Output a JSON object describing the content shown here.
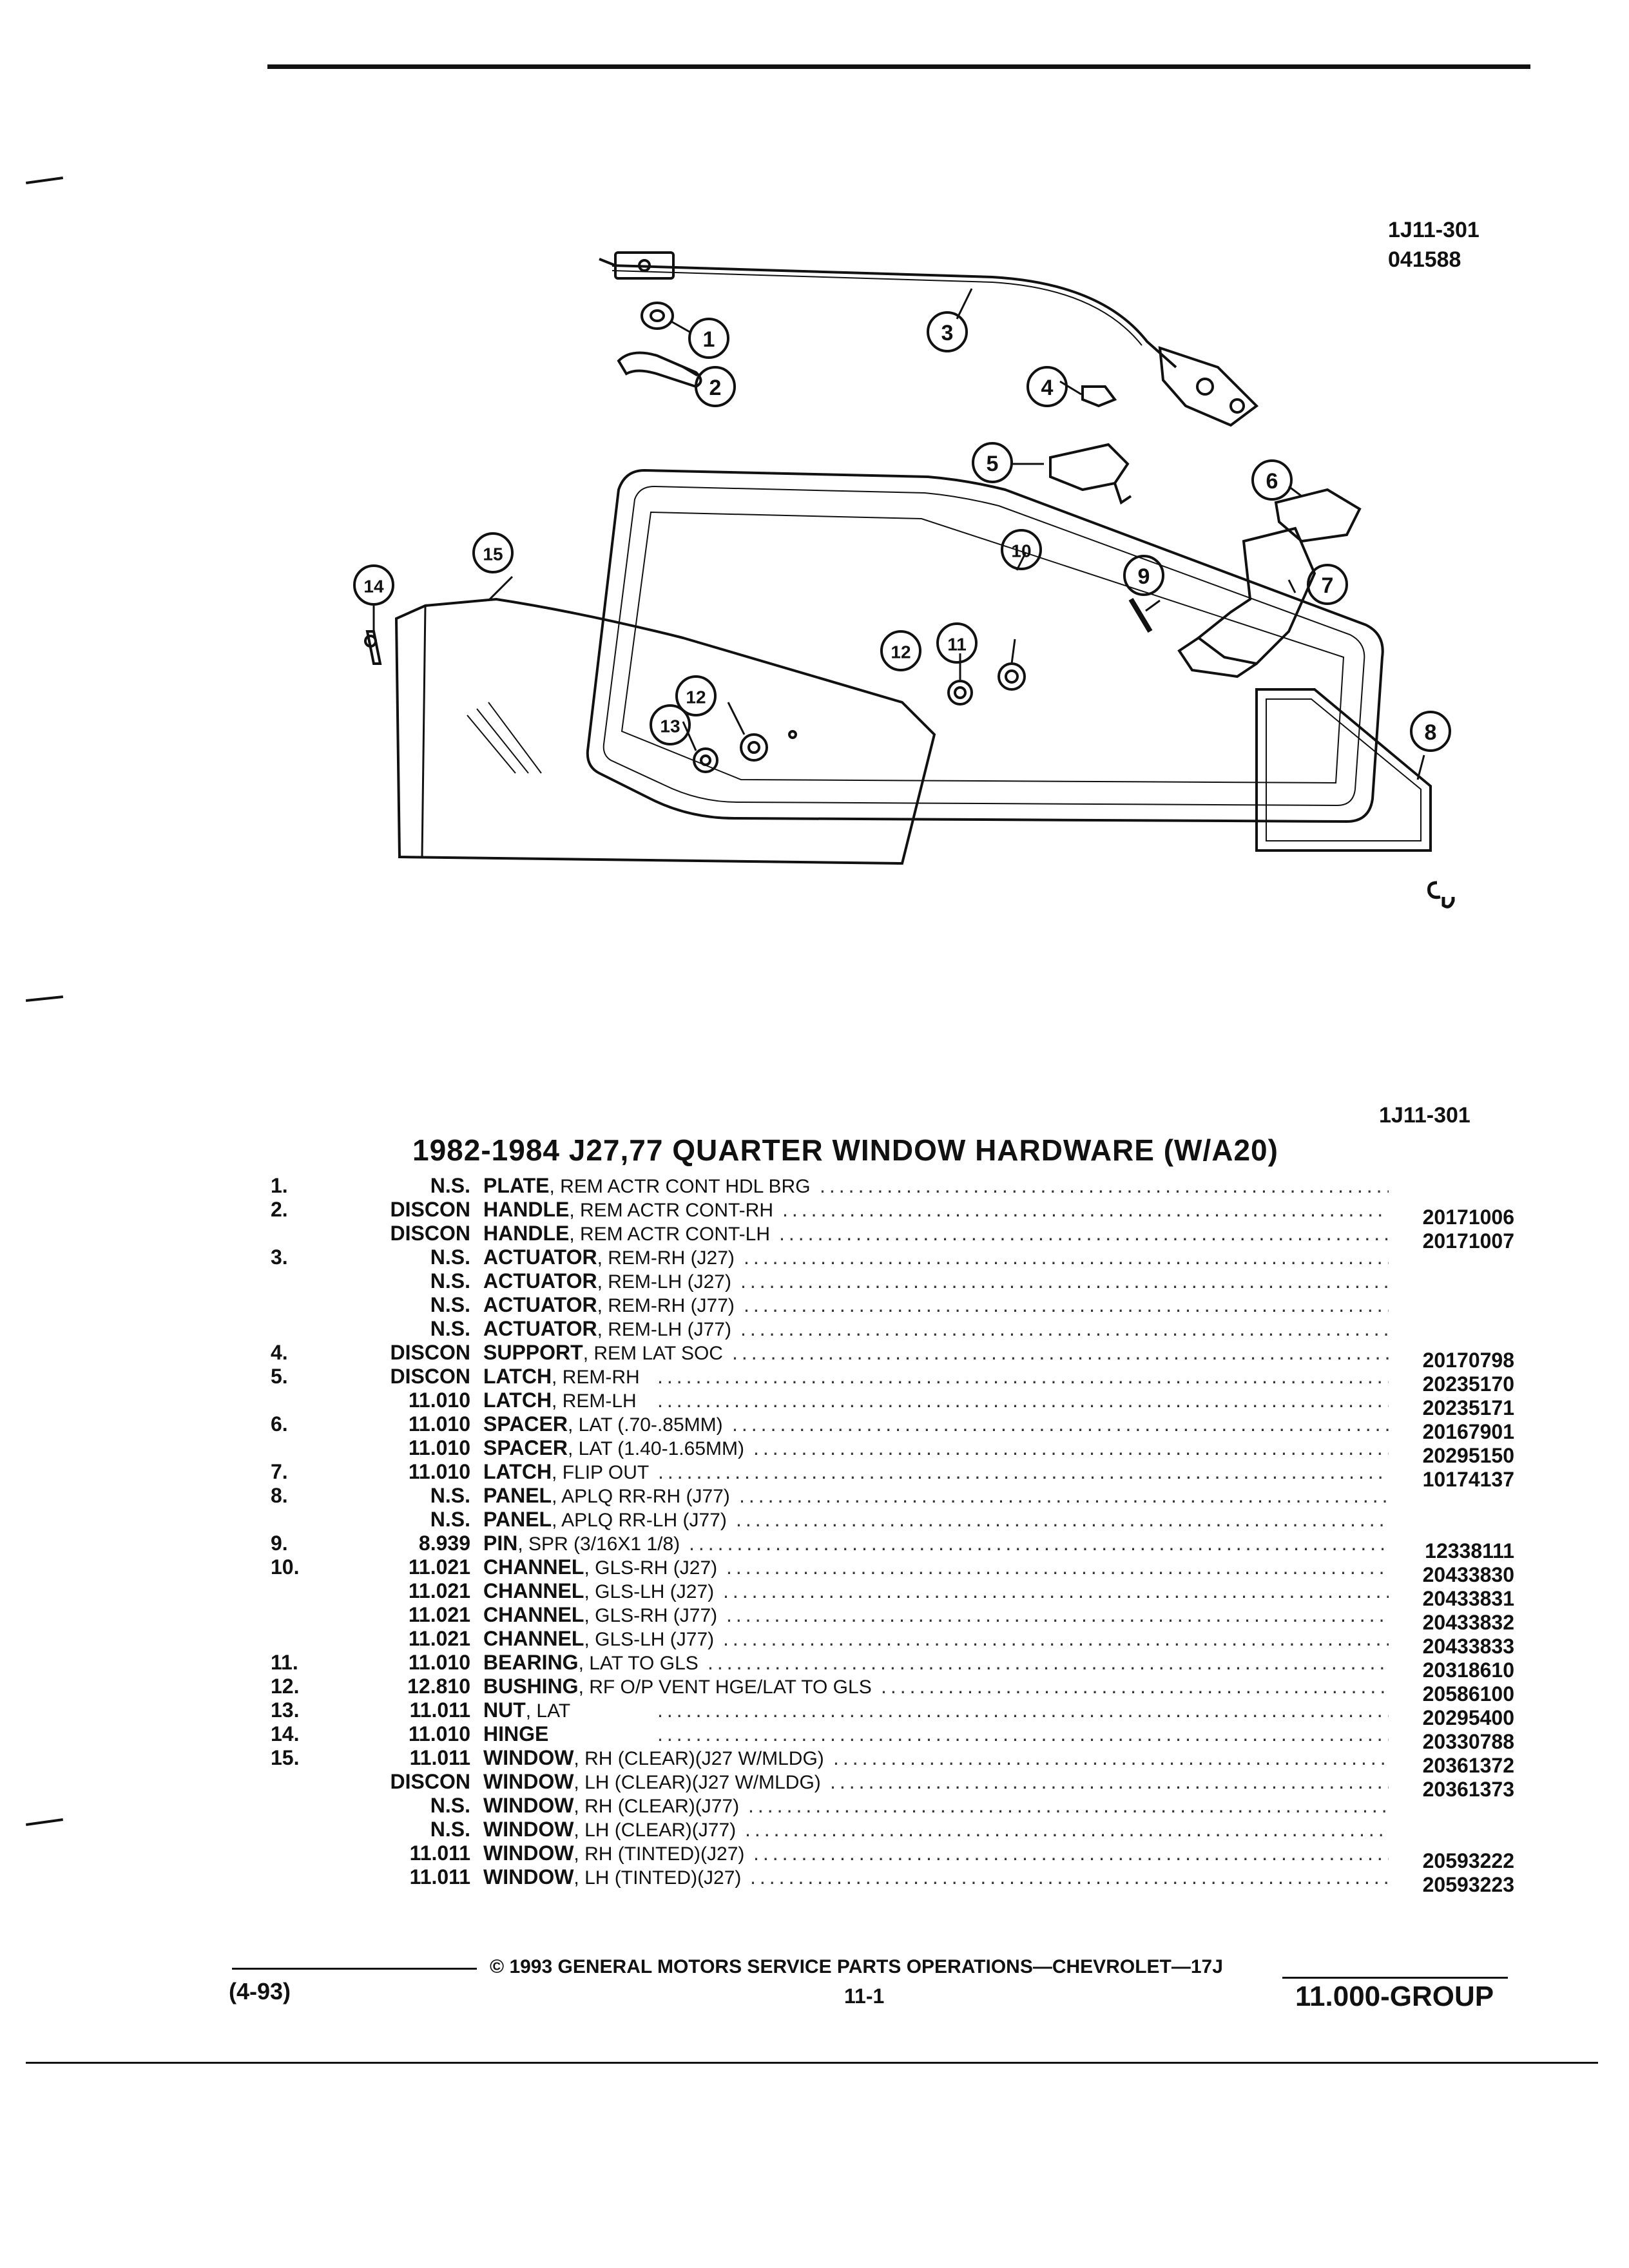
{
  "header": {
    "ref_code": "1J11-301",
    "ref_number": "041588"
  },
  "diagram": {
    "callouts": [
      "1",
      "2",
      "3",
      "4",
      "5",
      "6",
      "7",
      "8",
      "9",
      "10",
      "11",
      "12",
      "12",
      "13",
      "14",
      "15"
    ]
  },
  "catalog": {
    "code": "1J11-301",
    "title": "1982-1984 J27,77 QUARTER WINDOW HARDWARE (W/A20)"
  },
  "parts": [
    {
      "num": "1.",
      "group": "N.S.",
      "name": "PLATE",
      "detail": ", REM ACTR CONT HDL BRG",
      "pn": ""
    },
    {
      "num": "2.",
      "group": "DISCON",
      "name": "HANDLE",
      "detail": ", REM ACTR CONT-RH",
      "pn": "20171006"
    },
    {
      "num": "",
      "group": "DISCON",
      "name": "HANDLE",
      "detail": ", REM ACTR CONT-LH",
      "pn": "20171007"
    },
    {
      "num": "3.",
      "group": "N.S.",
      "name": "ACTUATOR",
      "detail": ", REM-RH (J27)",
      "pn": ""
    },
    {
      "num": "",
      "group": "N.S.",
      "name": "ACTUATOR",
      "detail": ", REM-LH (J27)",
      "pn": ""
    },
    {
      "num": "",
      "group": "N.S.",
      "name": "ACTUATOR",
      "detail": ", REM-RH (J77)",
      "pn": ""
    },
    {
      "num": "",
      "group": "N.S.",
      "name": "ACTUATOR",
      "detail": ", REM-LH (J77)",
      "pn": ""
    },
    {
      "num": "4.",
      "group": "DISCON",
      "name": "SUPPORT",
      "detail": ", REM LAT SOC",
      "pn": "20170798"
    },
    {
      "num": "5.",
      "group": "DISCON",
      "name": "LATCH",
      "detail": ", REM-RH",
      "pn": "20235170"
    },
    {
      "num": "",
      "group": "11.010",
      "name": "LATCH",
      "detail": ", REM-LH",
      "pn": "20235171"
    },
    {
      "num": "6.",
      "group": "11.010",
      "name": "SPACER",
      "detail": ", LAT (.70-.85MM)",
      "pn": "20167901"
    },
    {
      "num": "",
      "group": "11.010",
      "name": "SPACER",
      "detail": ", LAT (1.40-1.65MM)",
      "pn": "20295150"
    },
    {
      "num": "7.",
      "group": "11.010",
      "name": "LATCH",
      "detail": ", FLIP OUT",
      "pn": "10174137"
    },
    {
      "num": "8.",
      "group": "N.S.",
      "name": "PANEL",
      "detail": ", APLQ RR-RH (J77)",
      "pn": ""
    },
    {
      "num": "",
      "group": "N.S.",
      "name": "PANEL",
      "detail": ", APLQ RR-LH (J77)",
      "pn": ""
    },
    {
      "num": "9.",
      "group": "8.939",
      "name": "PIN",
      "detail": ", SPR (3/16X1 1/8)",
      "pn": "12338111"
    },
    {
      "num": "10.",
      "group": "11.021",
      "name": "CHANNEL",
      "detail": ", GLS-RH (J27)",
      "pn": "20433830"
    },
    {
      "num": "",
      "group": "11.021",
      "name": "CHANNEL",
      "detail": ", GLS-LH (J27)",
      "pn": "20433831"
    },
    {
      "num": "",
      "group": "11.021",
      "name": "CHANNEL",
      "detail": ", GLS-RH (J77)",
      "pn": "20433832"
    },
    {
      "num": "",
      "group": "11.021",
      "name": "CHANNEL",
      "detail": ", GLS-LH (J77)",
      "pn": "20433833"
    },
    {
      "num": "11.",
      "group": "11.010",
      "name": "BEARING",
      "detail": ", LAT TO GLS",
      "pn": "20318610"
    },
    {
      "num": "12.",
      "group": "12.810",
      "name": "BUSHING",
      "detail": ", RF O/P VENT HGE/LAT TO GLS",
      "pn": "20586100"
    },
    {
      "num": "13.",
      "group": "11.011",
      "name": "NUT",
      "detail": ", LAT",
      "pn": "20295400"
    },
    {
      "num": "14.",
      "group": "11.010",
      "name": "HINGE",
      "detail": "",
      "pn": "20330788"
    },
    {
      "num": "15.",
      "group": "11.011",
      "name": "WINDOW",
      "detail": ", RH (CLEAR)(J27 W/MLDG)",
      "pn": "20361372"
    },
    {
      "num": "",
      "group": "DISCON",
      "name": "WINDOW",
      "detail": ", LH (CLEAR)(J27 W/MLDG)",
      "pn": "20361373"
    },
    {
      "num": "",
      "group": "N.S.",
      "name": "WINDOW",
      "detail": ", RH (CLEAR)(J77)",
      "pn": ""
    },
    {
      "num": "",
      "group": "N.S.",
      "name": "WINDOW",
      "detail": ", LH (CLEAR)(J77)",
      "pn": ""
    },
    {
      "num": "",
      "group": "11.011",
      "name": "WINDOW",
      "detail": ", RH (TINTED)(J27)",
      "pn": "20593222"
    },
    {
      "num": "",
      "group": "11.011",
      "name": "WINDOW",
      "detail": ", LH (TINTED)(J27)",
      "pn": "20593223"
    }
  ],
  "footer": {
    "date": "(4-93)",
    "copyright": "© 1993 GENERAL MOTORS SERVICE PARTS OPERATIONS—CHEVROLET—17J",
    "page": "11-1",
    "group": "11.000-GROUP"
  }
}
